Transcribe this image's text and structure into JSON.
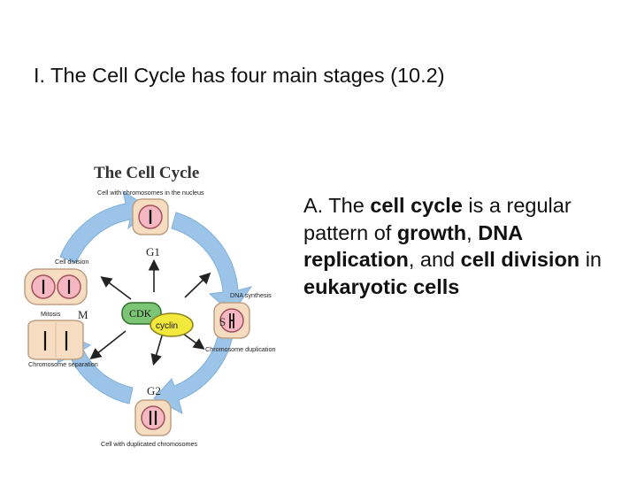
{
  "slide": {
    "title": "I. The Cell Cycle has four main stages (10.2)",
    "point_prefix": "A. The ",
    "term_cell_cycle": "cell cycle",
    "text_1": " is a regular pattern of ",
    "term_growth": "growth",
    "text_2": ", ",
    "term_dna_replication": "DNA replication",
    "text_3": ", and ",
    "term_cell_division": "cell division",
    "text_4": " in ",
    "term_eukaryotic_cells": "eukaryotic cells"
  },
  "diagram": {
    "title": "The Cell Cycle",
    "labels": {
      "cell_with_chromosomes": "Cell with chromosomes in the nucleus",
      "g1": "G1",
      "cell_division": "Cell division",
      "dna_synthesis": "DNA synthesis",
      "mitosis": "Mitosis",
      "m": "M",
      "s": "S",
      "cdk": "CDK",
      "cyclin": "cyclin",
      "chromosome_duplication": "Chromosome duplication",
      "chromosome_separation": "Chromosome separation",
      "g2": "G2",
      "cell_with_duplicated": "Cell with duplicated chromosomes"
    },
    "colors": {
      "arrow_blue": "#9cc4e8",
      "cell_fill": "#f6dcc0",
      "nucleus_fill": "#f5b8c2",
      "cdk_green": "#7cc576",
      "cyclin_yellow": "#f3e83c"
    }
  }
}
